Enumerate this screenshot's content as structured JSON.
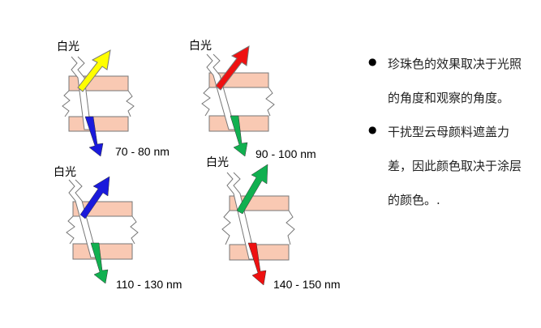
{
  "title": "",
  "colors": {
    "layer_fill": "#f9c9b3",
    "layer_stroke": "#777777",
    "yellow": "#ffff00",
    "blue": "#1a1adb",
    "red": "#ee1111",
    "green": "#11b050"
  },
  "diagrams": [
    {
      "light_label": "白光",
      "range": "70 - 80 nm",
      "upper_color": "yellow",
      "lower_color": "blue"
    },
    {
      "light_label": "白光",
      "range": "90 - 100 nm",
      "upper_color": "red",
      "lower_color": "green"
    },
    {
      "light_label": "白光",
      "range": "110 - 130 nm",
      "upper_color": "blue",
      "lower_color": "green"
    },
    {
      "light_label": "白光",
      "range": "140 - 150 nm",
      "upper_color": "green",
      "lower_color": "red"
    }
  ],
  "bullets": [
    {
      "text": "珍珠色的效果取决于光照的角度和观察的角度。"
    },
    {
      "text": "干扰型云母颜料遮盖力差，因此颜色取决于涂层的颜色。."
    }
  ]
}
